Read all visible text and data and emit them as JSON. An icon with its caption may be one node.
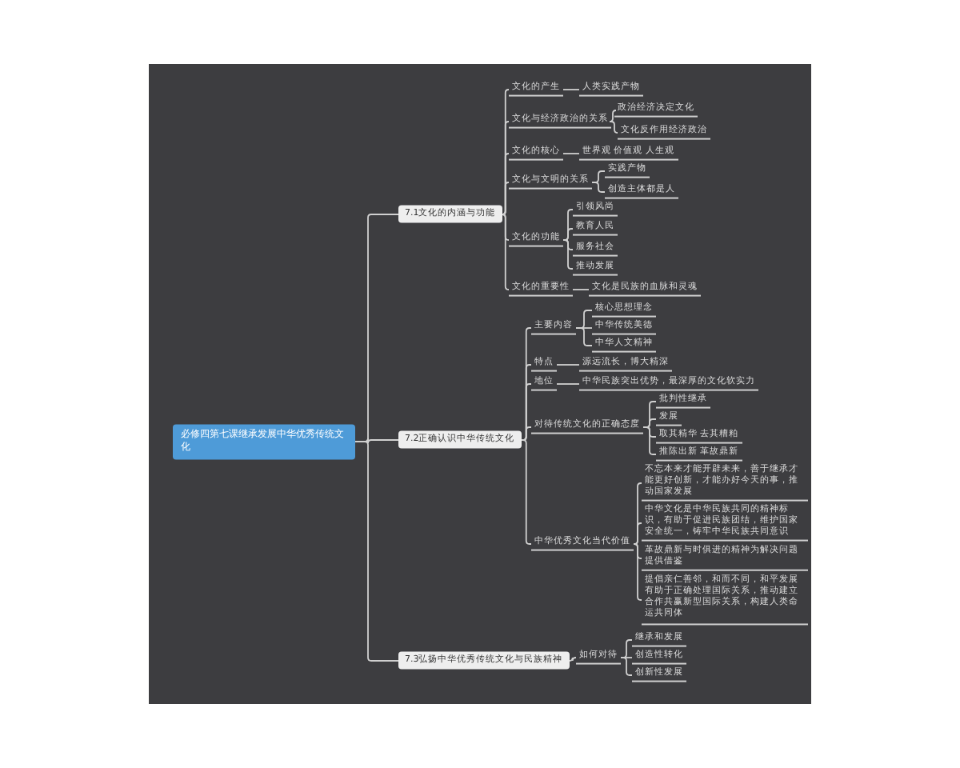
{
  "diagram": {
    "nodes": [
      {
        "text": [
          "必修四第七课继承发展中华优秀传统文化"
        ]
      },
      {
        "text": [
          "7.1文化的内涵与功能"
        ]
      },
      {
        "text": [
          "文化的产生"
        ]
      },
      {
        "text": [
          "人类实践产物"
        ]
      },
      {
        "text": [
          "文化与经济政治的关系"
        ]
      },
      {
        "text": [
          "政治经济决定文化"
        ]
      },
      {
        "text": [
          "文化反作用经济政治"
        ]
      },
      {
        "text": [
          "文化的核心"
        ]
      },
      {
        "text": [
          "世界观 价值观 人生观"
        ]
      },
      {
        "text": [
          "文化与文明的关系"
        ]
      },
      {
        "text": [
          "实践产物"
        ]
      },
      {
        "text": [
          "创造主体都是人"
        ]
      },
      {
        "text": [
          "文化的功能"
        ]
      },
      {
        "text": [
          "引领风尚"
        ]
      },
      {
        "text": [
          "教育人民"
        ]
      },
      {
        "text": [
          "服务社会"
        ]
      },
      {
        "text": [
          "推动发展"
        ]
      },
      {
        "text": [
          "文化的重要性"
        ]
      },
      {
        "text": [
          "文化是民族的血脉和灵魂"
        ]
      },
      {
        "text": [
          "7.2正确认识中华传统文化"
        ]
      },
      {
        "text": [
          "主要内容"
        ]
      },
      {
        "text": [
          "核心思想理念"
        ]
      },
      {
        "text": [
          "中华传统美德"
        ]
      },
      {
        "text": [
          "中华人文精神"
        ]
      },
      {
        "text": [
          "特点"
        ]
      },
      {
        "text": [
          "源远流长，博大精深"
        ]
      },
      {
        "text": [
          "地位"
        ]
      },
      {
        "text": [
          "中华民族突出优势，最深厚的文化软实力"
        ]
      },
      {
        "text": [
          "对待传统文化的正确态度"
        ]
      },
      {
        "text": [
          "批判性继承"
        ]
      },
      {
        "text": [
          "发展"
        ]
      },
      {
        "text": [
          "取其精华 去其糟粕"
        ]
      },
      {
        "text": [
          "推陈出新 革故鼎新"
        ]
      },
      {
        "text": [
          "中华优秀文化当代价值"
        ]
      },
      {
        "text": [
          "不忘本来才能开辟未来，善于继承才能更好创新，才能办好今天的事，推动国家发展"
        ]
      },
      {
        "text": [
          "中华文化是中华民族共同的精神标识，有助于促进民族团结，维护国家安全统一，铸牢中华民族共同意识"
        ]
      },
      {
        "text": [
          "革故鼎新与时俱进的精神为解决问题提供借鉴"
        ]
      },
      {
        "text": [
          "提倡亲仁善邻，和而不同，和平发展有助于正确处理国际关系，推动建立合作共赢新型国际关系，构建人类命运共同体"
        ]
      },
      {
        "text": [
          "7.3弘扬中华优秀传统文化与民族精神"
        ]
      },
      {
        "text": [
          "如何对待"
        ]
      },
      {
        "text": [
          "继承和发展"
        ]
      },
      {
        "text": [
          "创造性转化"
        ]
      },
      {
        "text": [
          "创新性发展"
        ]
      }
    ],
    "edges": [
      {
        "from": 0,
        "to": 1,
        "arrow": "none"
      },
      {
        "from": 0,
        "to": 19,
        "arrow": "none"
      },
      {
        "from": 0,
        "to": 38,
        "arrow": "none"
      },
      {
        "from": 1,
        "to": 2,
        "arrow": "none"
      },
      {
        "from": 2,
        "to": 3,
        "arrow": "none"
      },
      {
        "from": 1,
        "to": 4,
        "arrow": "none"
      },
      {
        "from": 4,
        "to": 5,
        "arrow": "none"
      },
      {
        "from": 4,
        "to": 6,
        "arrow": "none"
      },
      {
        "from": 1,
        "to": 7,
        "arrow": "none"
      },
      {
        "from": 7,
        "to": 8,
        "arrow": "none"
      },
      {
        "from": 1,
        "to": 9,
        "arrow": "none"
      },
      {
        "from": 9,
        "to": 10,
        "arrow": "none"
      },
      {
        "from": 9,
        "to": 11,
        "arrow": "none"
      },
      {
        "from": 1,
        "to": 12,
        "arrow": "none"
      },
      {
        "from": 12,
        "to": 13,
        "arrow": "none"
      },
      {
        "from": 12,
        "to": 14,
        "arrow": "none"
      },
      {
        "from": 12,
        "to": 15,
        "arrow": "none"
      },
      {
        "from": 12,
        "to": 16,
        "arrow": "none"
      },
      {
        "from": 1,
        "to": 17,
        "arrow": "none"
      },
      {
        "from": 17,
        "to": 18,
        "arrow": "none"
      },
      {
        "from": 19,
        "to": 20,
        "arrow": "none"
      },
      {
        "from": 20,
        "to": 21,
        "arrow": "none"
      },
      {
        "from": 20,
        "to": 22,
        "arrow": "none"
      },
      {
        "from": 20,
        "to": 23,
        "arrow": "none"
      },
      {
        "from": 19,
        "to": 24,
        "arrow": "none"
      },
      {
        "from": 24,
        "to": 25,
        "arrow": "none"
      },
      {
        "from": 19,
        "to": 26,
        "arrow": "none"
      },
      {
        "from": 26,
        "to": 27,
        "arrow": "none"
      },
      {
        "from": 19,
        "to": 28,
        "arrow": "none"
      },
      {
        "from": 28,
        "to": 29,
        "arrow": "none"
      },
      {
        "from": 28,
        "to": 30,
        "arrow": "none"
      },
      {
        "from": 28,
        "to": 31,
        "arrow": "none"
      },
      {
        "from": 28,
        "to": 32,
        "arrow": "none"
      },
      {
        "from": 19,
        "to": 33,
        "arrow": "none"
      },
      {
        "from": 33,
        "to": 34,
        "arrow": "none"
      },
      {
        "from": 33,
        "to": 35,
        "arrow": "none"
      },
      {
        "from": 33,
        "to": 36,
        "arrow": "none"
      },
      {
        "from": 33,
        "to": 37,
        "arrow": "none"
      },
      {
        "from": 38,
        "to": 39,
        "arrow": "none"
      },
      {
        "from": 39,
        "to": 40,
        "arrow": "none"
      },
      {
        "from": 39,
        "to": 41,
        "arrow": "none"
      },
      {
        "from": 39,
        "to": 42,
        "arrow": "none"
      }
    ]
  }
}
